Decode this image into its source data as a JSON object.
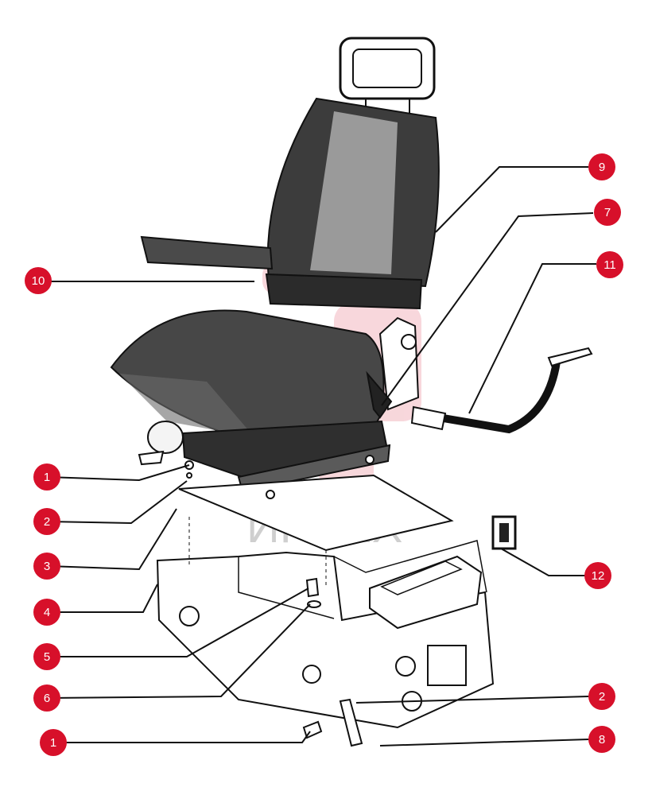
{
  "colors": {
    "callout": "#d7102a",
    "callout_text": "#ffffff",
    "line": "#111111",
    "watermark_text": "#cfcfcf",
    "watermark_logo": "#f2b7bf"
  },
  "watermark": {
    "text": "ИНТЕХ"
  },
  "callouts": [
    {
      "id": "c-9",
      "label": "9"
    },
    {
      "id": "c-7",
      "label": "7"
    },
    {
      "id": "c-11",
      "label": "11"
    },
    {
      "id": "c-10",
      "label": "10"
    },
    {
      "id": "c-1a",
      "label": "1"
    },
    {
      "id": "c-2a",
      "label": "2"
    },
    {
      "id": "c-3",
      "label": "3"
    },
    {
      "id": "c-4",
      "label": "4"
    },
    {
      "id": "c-12",
      "label": "12"
    },
    {
      "id": "c-5",
      "label": "5"
    },
    {
      "id": "c-6",
      "label": "6"
    },
    {
      "id": "c-2b",
      "label": "2"
    },
    {
      "id": "c-1b",
      "label": "1"
    },
    {
      "id": "c-8",
      "label": "8"
    }
  ]
}
